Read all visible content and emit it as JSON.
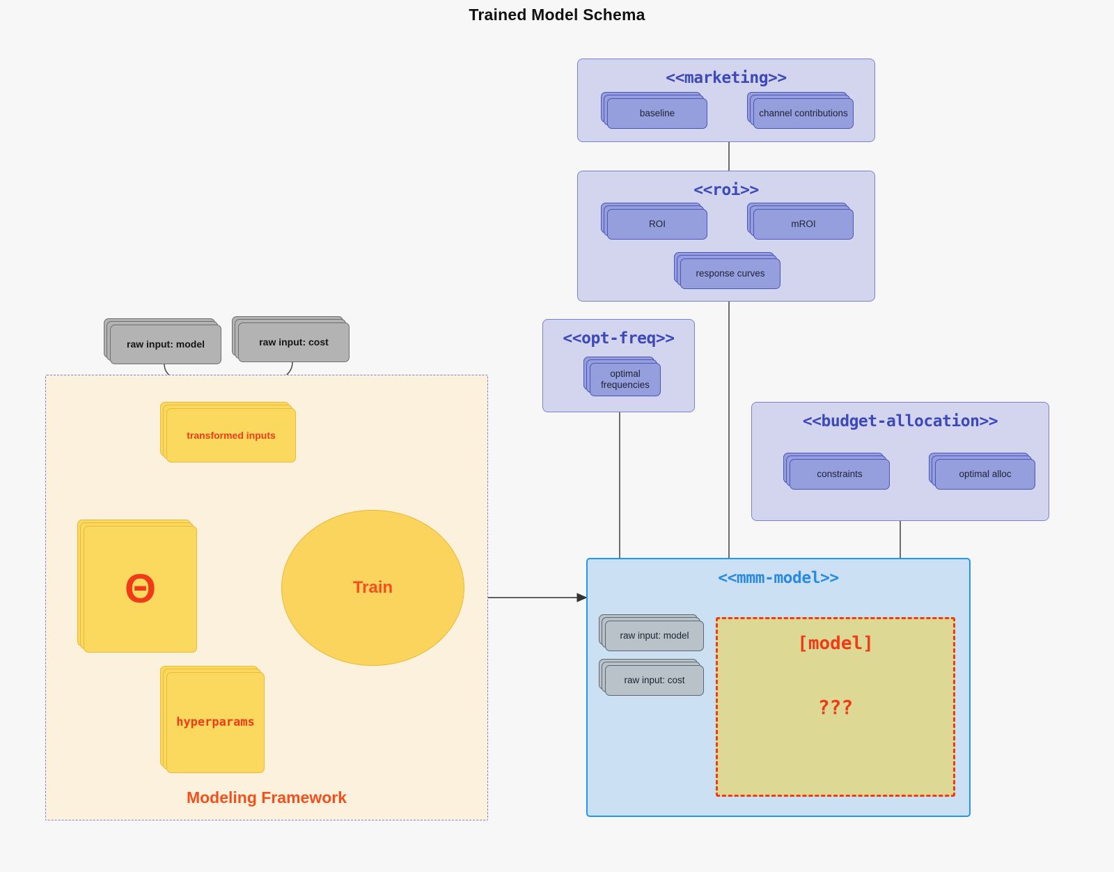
{
  "title": "Trained Model Schema",
  "colors": {
    "background": "#f7f7f7",
    "package_fill": "#d3d5ef",
    "package_stroke": "#7b80cf",
    "package_title": "#3d49b8",
    "member_fill": "#969fdd",
    "member_stroke": "#4a55b5",
    "mmm_fill": "#cce0f4",
    "mmm_stroke": "#2196f3",
    "mmm_title": "#2b8ae0",
    "gray_fill": "#b9c2c9",
    "gray_stroke": "#5b6670",
    "raw_input_fill": "#b3b3b3",
    "framework_fill": "#fbf1dd",
    "framework_accent": "#f4501e",
    "yellow_fill": "#fbd95e",
    "yellow_stroke": "#e8b93a",
    "model_zone_fill": "#ddd894",
    "model_zone_stroke": "#ef3b18",
    "red_arrow": "#ef3b18",
    "gray_arrow": "#4a4a4a"
  },
  "packages": {
    "marketing": {
      "stereotype": "<<marketing>>",
      "members": [
        "baseline",
        "channel contributions"
      ]
    },
    "roi": {
      "stereotype": "<<roi>>",
      "members": [
        "ROI",
        "mROI",
        "response curves"
      ]
    },
    "opt_freq": {
      "stereotype": "<<opt-freq>>",
      "members": [
        "optimal frequencies"
      ]
    },
    "budget_allocation": {
      "stereotype": "<<budget-allocation>>",
      "members": [
        "constraints",
        "optimal alloc"
      ]
    },
    "mmm_model": {
      "stereotype": "<<mmm-model>>",
      "inputs": [
        "raw input: model",
        "raw input: cost"
      ],
      "model_zone": {
        "label": "[model]",
        "unknown": "???"
      }
    }
  },
  "framework": {
    "label": "Modeling Framework",
    "raw_inputs": [
      "raw input: model",
      "raw input: cost"
    ],
    "transformed": "transformed inputs",
    "theta": "Θ",
    "hyperparams": "hyperparams",
    "train": "Train"
  }
}
